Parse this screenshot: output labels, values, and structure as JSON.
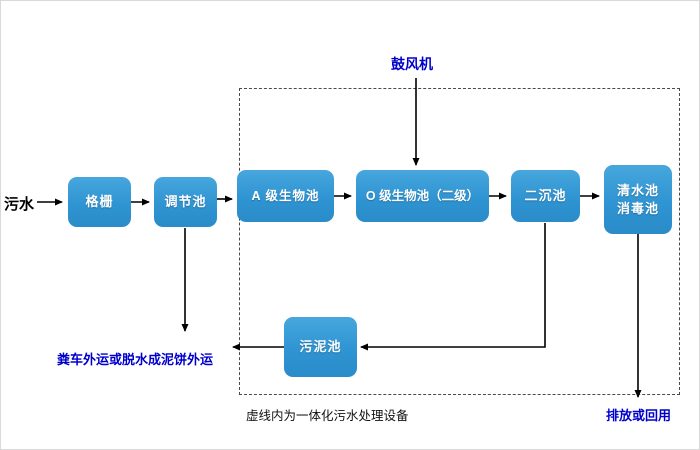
{
  "diagram": {
    "title_caption": "虚线内为一体化污水处理设备",
    "labels": {
      "inflow": "污水",
      "blower": "鼓风机",
      "sludge_out": "粪车外运或脱水成泥饼外运",
      "discharge": "排放或回用"
    },
    "boxes": {
      "grid": "格栅",
      "regulation": "调节池",
      "a_bio": "A 级生物池",
      "o_bio": "O 级生物池（二级）",
      "secondary_sediment": "二沉池",
      "clear_water_line1": "清水池",
      "clear_water_line2": "消毒池",
      "sludge": "污泥池"
    },
    "colors": {
      "box_fill": "#2f94d2",
      "box_text": "#ffffff",
      "accent_blue_text": "#0000cd",
      "arrow": "#000000",
      "dashed_border": "#4a4a4a"
    }
  }
}
